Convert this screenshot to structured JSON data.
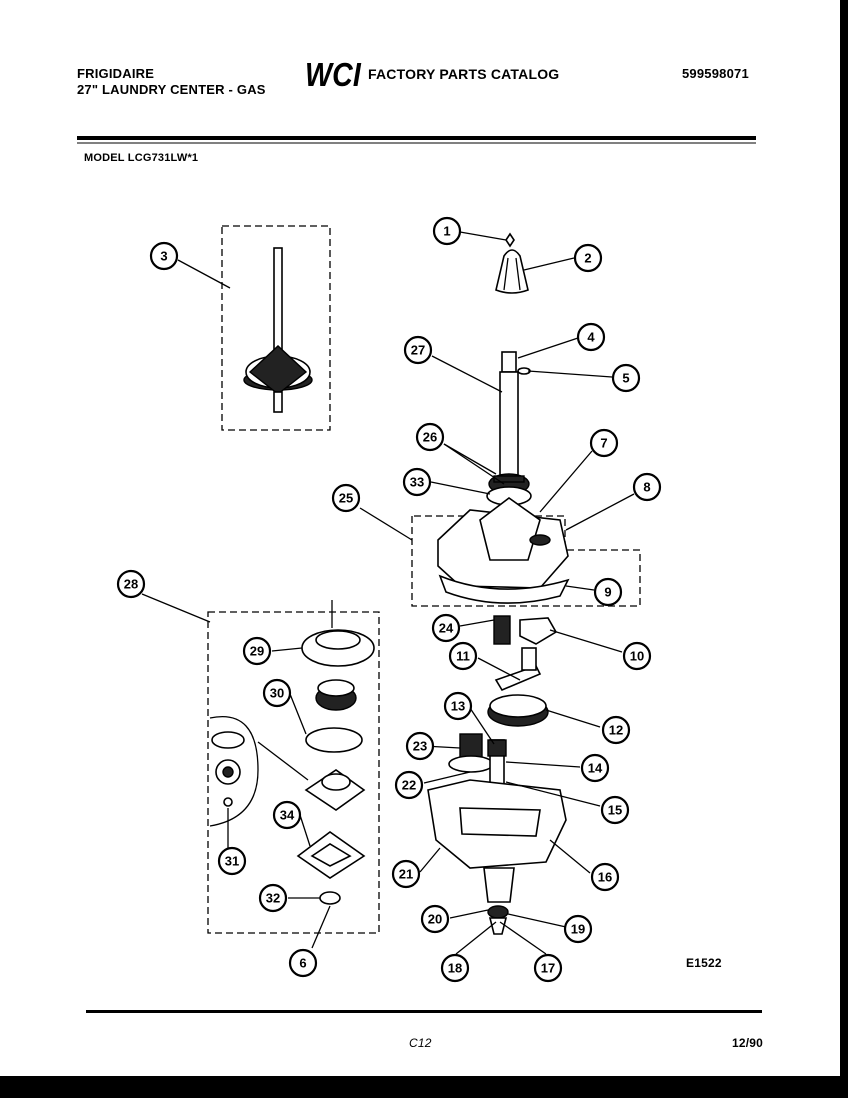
{
  "header": {
    "brand": "FRIGIDAIRE",
    "product": "27\" LAUNDRY CENTER - GAS",
    "catalog_title": "FACTORY PARTS CATALOG",
    "logo_text": "WCI",
    "document_number": "599598071",
    "model": "MODEL LCG731LW*1"
  },
  "footer": {
    "figure_code": "E1522",
    "page_code": "C12",
    "date_code": "12/90"
  },
  "callouts": [
    "1",
    "2",
    "3",
    "4",
    "5",
    "6",
    "7",
    "8",
    "9",
    "10",
    "11",
    "12",
    "13",
    "14",
    "15",
    "16",
    "17",
    "18",
    "19",
    "20",
    "21",
    "22",
    "23",
    "24",
    "25",
    "26",
    "27",
    "28",
    "29",
    "30",
    "31",
    "32",
    "33",
    "34"
  ]
}
